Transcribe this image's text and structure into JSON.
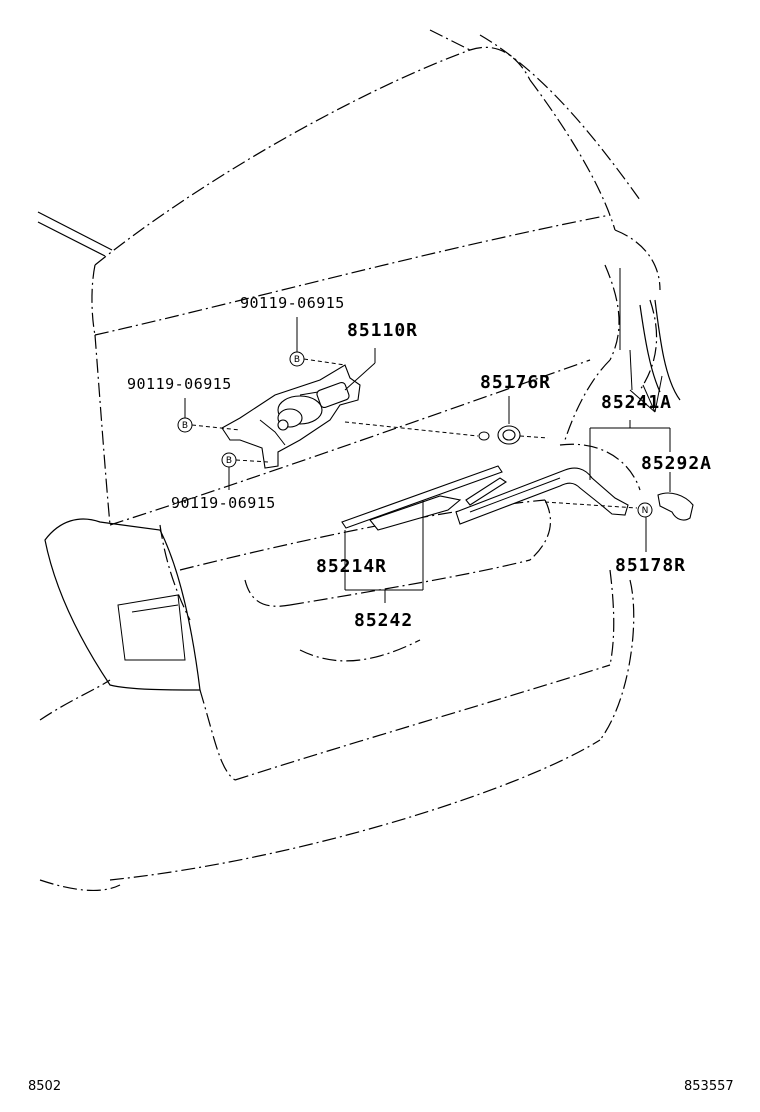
{
  "labels": {
    "p85110R": "85110R",
    "p90119_top": "90119-06915",
    "p90119_left": "90119-06915",
    "p90119_bottom": "90119-06915",
    "p85176R": "85176R",
    "p85241A": "85241A",
    "p85292A": "85292A",
    "p85214R": "85214R",
    "p85242": "85242",
    "p85178R": "85178R"
  },
  "markers": {
    "bolt": "B",
    "nut": "N"
  },
  "footer": {
    "left": "8502",
    "right": "853557"
  }
}
